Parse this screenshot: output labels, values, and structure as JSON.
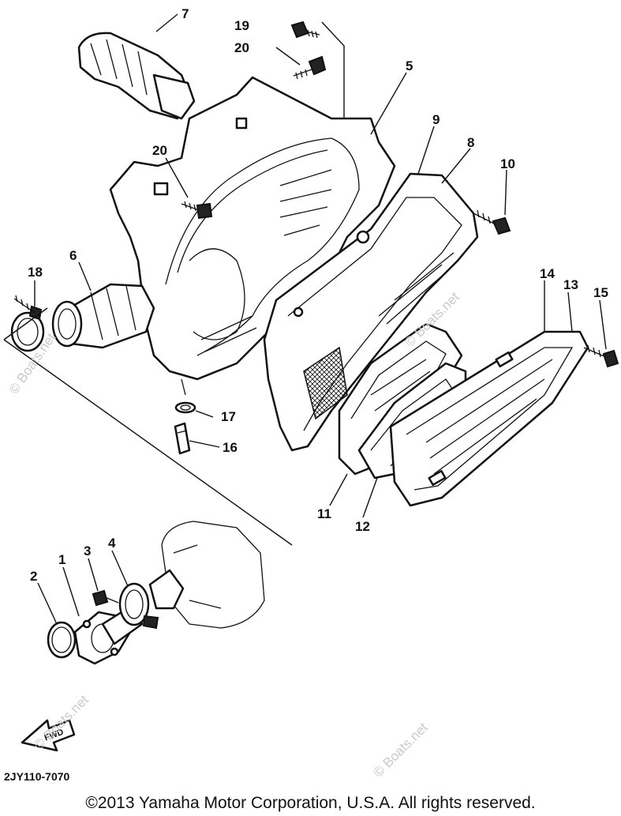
{
  "callouts": [
    {
      "id": "1",
      "label": "1"
    },
    {
      "id": "2",
      "label": "2"
    },
    {
      "id": "3",
      "label": "3"
    },
    {
      "id": "4",
      "label": "4"
    },
    {
      "id": "5",
      "label": "5"
    },
    {
      "id": "6",
      "label": "6"
    },
    {
      "id": "7",
      "label": "7"
    },
    {
      "id": "8",
      "label": "8"
    },
    {
      "id": "9",
      "label": "9"
    },
    {
      "id": "10",
      "label": "10"
    },
    {
      "id": "11",
      "label": "11"
    },
    {
      "id": "12",
      "label": "12"
    },
    {
      "id": "13",
      "label": "13"
    },
    {
      "id": "14",
      "label": "14"
    },
    {
      "id": "15",
      "label": "15"
    },
    {
      "id": "16",
      "label": "16"
    },
    {
      "id": "17",
      "label": "17"
    },
    {
      "id": "18",
      "label": "18"
    },
    {
      "id": "19",
      "label": "19"
    },
    {
      "id": "20a",
      "label": "20"
    },
    {
      "id": "20b",
      "label": "20"
    }
  ],
  "fwd_arrow_label": "FWD",
  "diagram_code": "2JY110-7070",
  "watermark": "© Boats.net",
  "copyright": "©2013 Yamaha Motor Corporation, U.S.A. All rights reserved."
}
